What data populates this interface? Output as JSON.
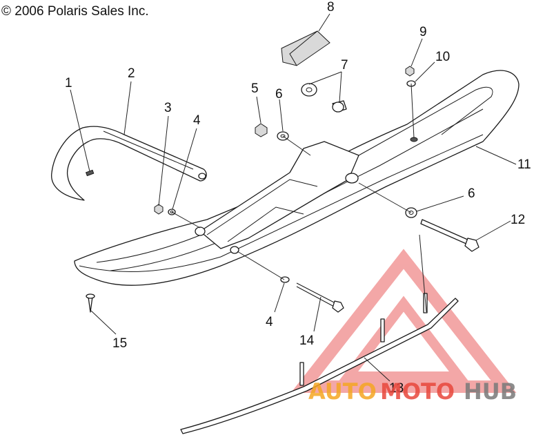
{
  "copyright": "© 2006 Polaris Sales Inc.",
  "callouts": [
    "1",
    "2",
    "3",
    "4",
    "5",
    "6",
    "7",
    "8",
    "9",
    "10",
    "11",
    "6",
    "12",
    "4",
    "14",
    "15",
    "13"
  ],
  "watermark": {
    "part1": "AUTO",
    "part2": "MOTO",
    "part3": "HUB",
    "color_orange": "#f5a623",
    "color_red": "#e8473c",
    "color_gray": "#7a7a7a"
  }
}
